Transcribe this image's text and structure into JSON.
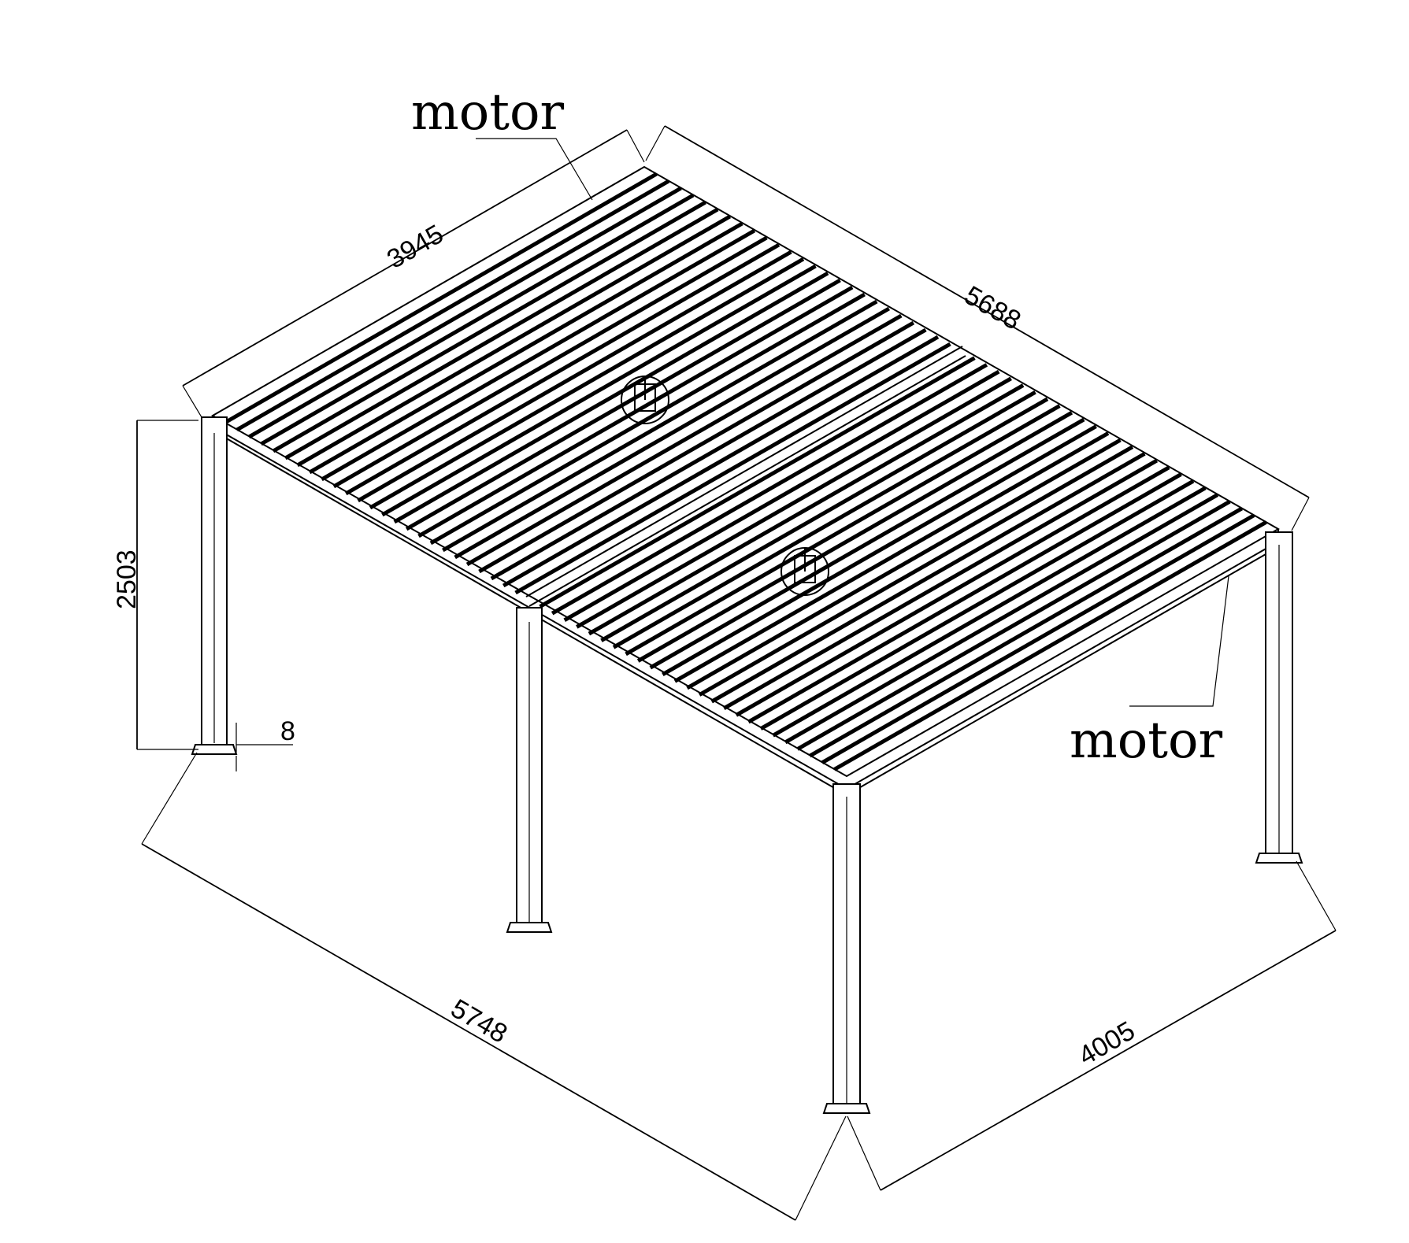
{
  "labels": {
    "motor_top": "motor",
    "motor_right": "motor"
  },
  "dimensions": {
    "top_left_width": "3945",
    "top_right_length": "5688",
    "height": "2503",
    "base_plate": "8",
    "bottom_length": "5748",
    "bottom_width": "4005"
  },
  "colors": {
    "line": "#000000",
    "background": "#ffffff"
  }
}
